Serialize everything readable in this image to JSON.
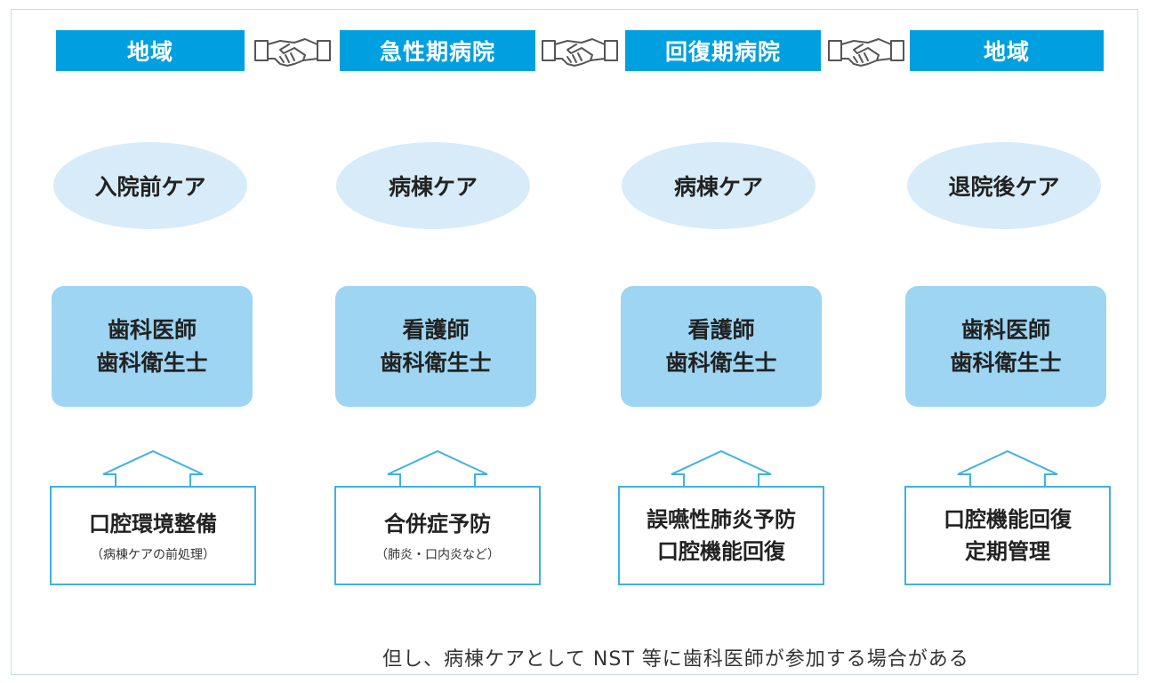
{
  "headers": [
    "地域",
    "急性期病院",
    "回復期病院",
    "地域"
  ],
  "care": [
    "入院前ケア",
    "病棟ケア",
    "病棟ケア",
    "退院後ケア"
  ],
  "roles": [
    {
      "line1": "歯科医師",
      "line2": "歯科衛生士"
    },
    {
      "line1": "看護師",
      "line2": "歯科衛生士"
    },
    {
      "line1": "看護師",
      "line2": "歯科衛生士"
    },
    {
      "line1": "歯科医師",
      "line2": "歯科衛生士"
    }
  ],
  "tasks": [
    {
      "line1": "口腔環境整備",
      "sub": "（病棟ケアの前処理）"
    },
    {
      "line1": "合併症予防",
      "sub": "（肺炎・口内炎など）"
    },
    {
      "line1": "誤嚥性肺炎予防",
      "line2": "口腔機能回復"
    },
    {
      "line1": "口腔機能回復",
      "line2": "定期管理"
    }
  ],
  "footnote": "但し、病棟ケアとして NST 等に歯科医師が参加する場合がある",
  "colors": {
    "header": "#00a0e0",
    "oval": "#d7ecf8",
    "role": "#9dd5f2",
    "border": "#3fb1e4"
  },
  "icons": [
    "handshake-icon",
    "up-arrow-icon"
  ]
}
